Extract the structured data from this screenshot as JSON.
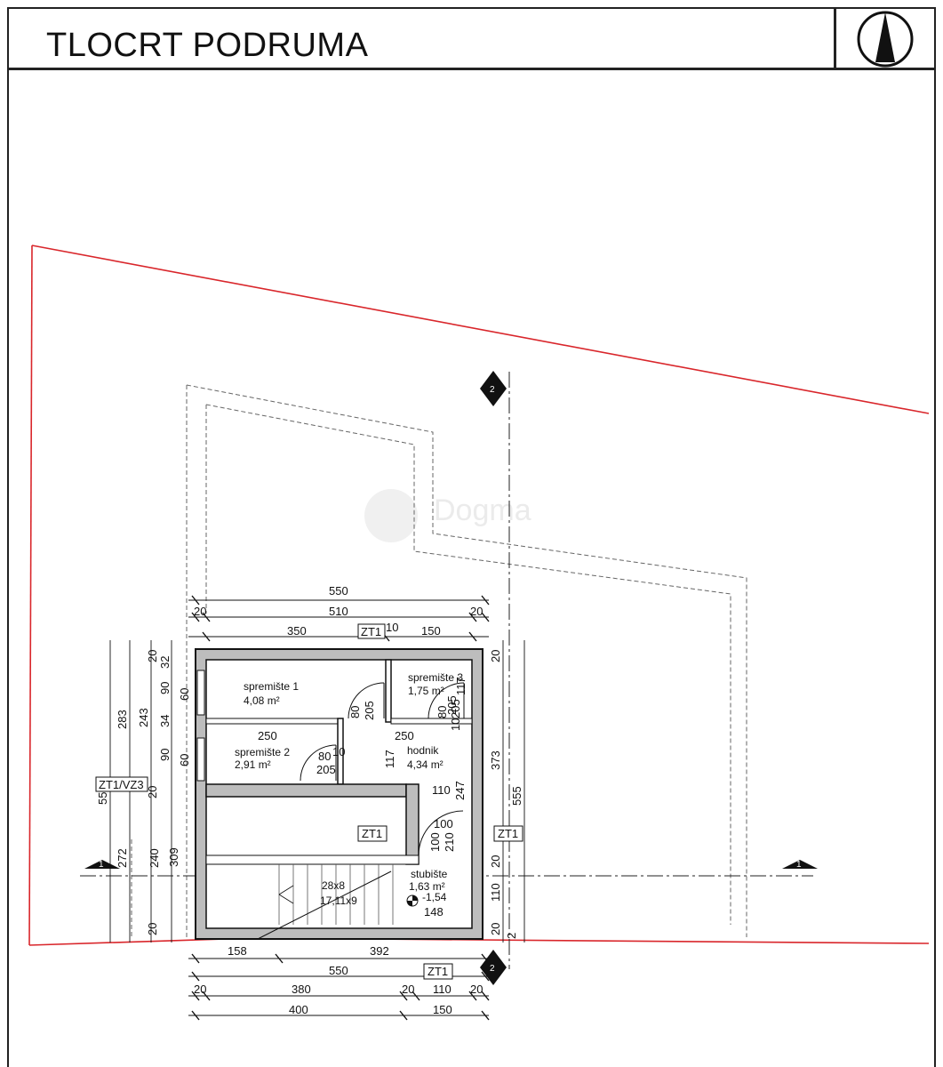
{
  "title": "TLOCRT PODRUMA",
  "watermark": "Dogma",
  "rooms": [
    {
      "name": "spremište 1",
      "area": "4,08 m²"
    },
    {
      "name": "spremište 2",
      "area": "2,91 m²"
    },
    {
      "name": "spremište 3",
      "area": "1,75 m²"
    },
    {
      "name": "hodnik",
      "area": "4,34 m²"
    },
    {
      "name": "stubište",
      "area": "1,63 m²"
    }
  ],
  "dims_top": [
    "550",
    "20",
    "510",
    "20",
    "350",
    "10",
    "150"
  ],
  "dims_bottom": [
    "158",
    "392",
    "550",
    "20",
    "380",
    "20",
    "110",
    "20",
    "400",
    "150"
  ],
  "dims_left": [
    "283",
    "243",
    "90",
    "60",
    "34",
    "90",
    "60",
    "20",
    "32",
    "20",
    "309",
    "240",
    "272",
    "555",
    "20"
  ],
  "dims_right": [
    "373",
    "555",
    "20",
    "247",
    "20",
    "110",
    "20",
    "2",
    "117",
    "10",
    "205"
  ],
  "dims_interior": [
    "250",
    "250",
    "80",
    "205",
    "80",
    "205",
    "80",
    "10",
    "205",
    "117",
    "110",
    "100",
    "100",
    "210",
    "148",
    "28x8",
    "17,11x9",
    "-1,54"
  ],
  "tags": [
    "ZT1",
    "ZT1/VZ3",
    "ZT1",
    "ZT1",
    "ZT1"
  ],
  "section_marks": [
    "1",
    "1",
    "2",
    "2"
  ]
}
